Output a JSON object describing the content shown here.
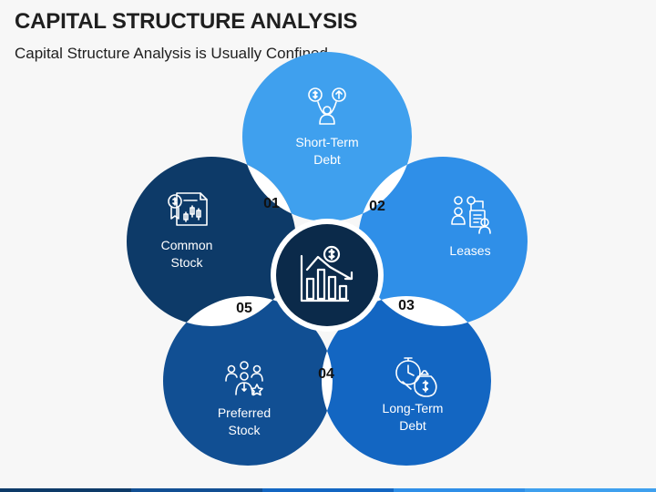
{
  "title": "CAPITAL STRUCTURE ANALYSIS",
  "subtitle": "Capital Structure Analysis is Usually Confined",
  "center": {
    "icon": "growth-chart-dollar-icon",
    "color": "#0b2a4a"
  },
  "petals": [
    {
      "number": "02",
      "line1": "Short-Term",
      "line2": "Debt",
      "icon": "money-up-person-icon",
      "color": "#3fa0ee"
    },
    {
      "number": "03",
      "line1": "Leases",
      "line2": "",
      "icon": "lease-people-icon",
      "color": "#2f8fe8"
    },
    {
      "number": "04",
      "line1": "Long-Term",
      "line2": "Debt",
      "icon": "clock-money-bag-icon",
      "color": "#1366c2"
    },
    {
      "number": "05",
      "line1": "Preferred",
      "line2": "Stock",
      "icon": "people-group-star-icon",
      "color": "#114f93"
    },
    {
      "number": "01",
      "line1": "Common",
      "line2": "Stock",
      "icon": "stock-certificate-icon",
      "color": "#0d3a68"
    }
  ],
  "overlap_color": "#ffffff",
  "bottom_bar_colors": [
    "#0d3a68",
    "#114f93",
    "#1366c2",
    "#2f8fe8",
    "#3fa0ee"
  ]
}
